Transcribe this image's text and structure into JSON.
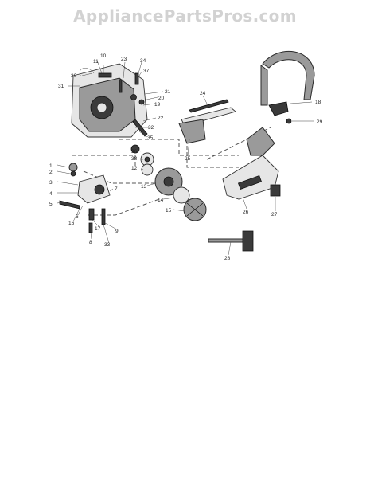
{
  "watermark": "AppliancePartsPros.com",
  "callouts": [
    "1",
    "2",
    "3",
    "4",
    "5",
    "6",
    "7",
    "8",
    "9",
    "10",
    "11",
    "12",
    "13",
    "14",
    "15",
    "16",
    "17",
    "18",
    "19",
    "20",
    "21",
    "22",
    "23",
    "24",
    "25",
    "26",
    "27",
    "28",
    "29",
    "30",
    "31",
    "32",
    "33",
    "34",
    "35",
    "36",
    "37",
    "38"
  ]
}
